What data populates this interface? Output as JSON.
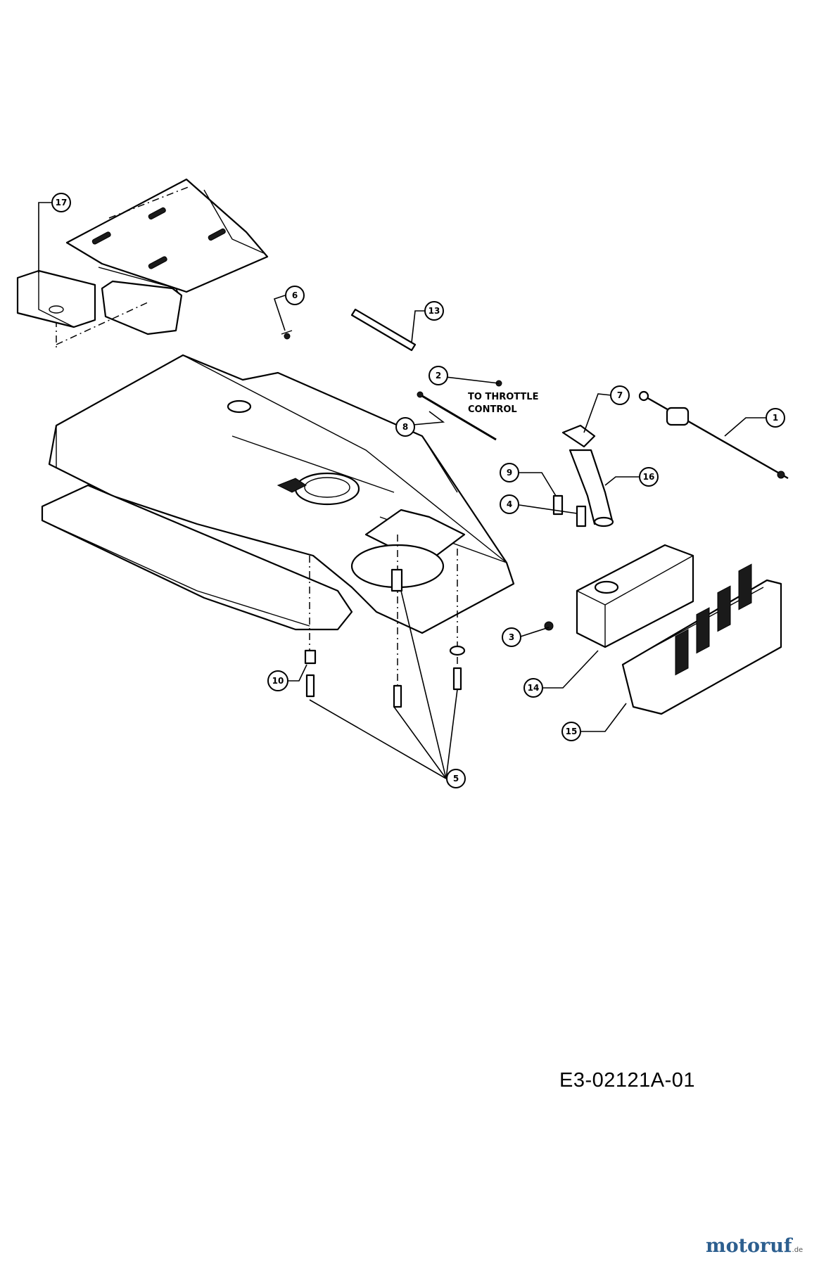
{
  "callouts": [
    {
      "id": "c1",
      "label": "1"
    },
    {
      "id": "c2",
      "label": "2"
    },
    {
      "id": "c3",
      "label": "3"
    },
    {
      "id": "c4",
      "label": "4"
    },
    {
      "id": "c5",
      "label": "5"
    },
    {
      "id": "c6",
      "label": "6"
    },
    {
      "id": "c7",
      "label": "7"
    },
    {
      "id": "c8",
      "label": "8"
    },
    {
      "id": "c9",
      "label": "9"
    },
    {
      "id": "c10",
      "label": "10"
    },
    {
      "id": "c13",
      "label": "13"
    },
    {
      "id": "c14",
      "label": "14"
    },
    {
      "id": "c15",
      "label": "15"
    },
    {
      "id": "c16",
      "label": "16"
    },
    {
      "id": "c17",
      "label": "17"
    }
  ],
  "note": {
    "line1": "TO THROTTLE",
    "line2": "CONTROL"
  },
  "diagram_code": "E3-02121A-01",
  "brand": {
    "name": "motoruf",
    "suffix": ".de",
    "color": "#2d5f8f"
  }
}
